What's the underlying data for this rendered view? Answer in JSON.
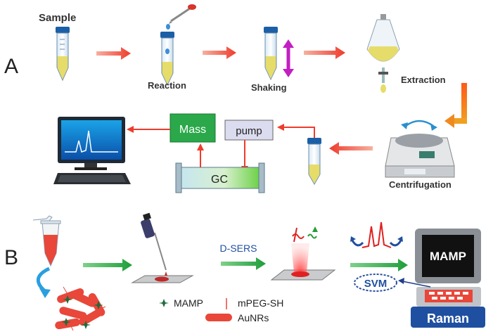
{
  "panel_a": {
    "letter": "A",
    "steps": {
      "sample": "Sample",
      "reaction": "Reaction",
      "shaking": "Shaking",
      "extraction": "Extraction",
      "centrifugation": "Centrifugation"
    },
    "instruments": {
      "mass": "Mass",
      "pump": "pump",
      "gc": "GC"
    }
  },
  "panel_b": {
    "letter": "B",
    "dsers": "D-SERS",
    "svm": "SVM",
    "screen_text": "MAMP",
    "raman": "Raman",
    "legend": {
      "mamp": "MAMP",
      "mpeg": "mPEG-SH",
      "aunrs": "AuNRs"
    }
  },
  "colors": {
    "red_arrow": "#f04a3a",
    "green_arrow": "#1e9e3a",
    "mass_box": "#2aa84a",
    "tube_liquid": "#e6dc6a",
    "sample_red": "#e8473a",
    "raman_blue": "#1f4fa0"
  }
}
